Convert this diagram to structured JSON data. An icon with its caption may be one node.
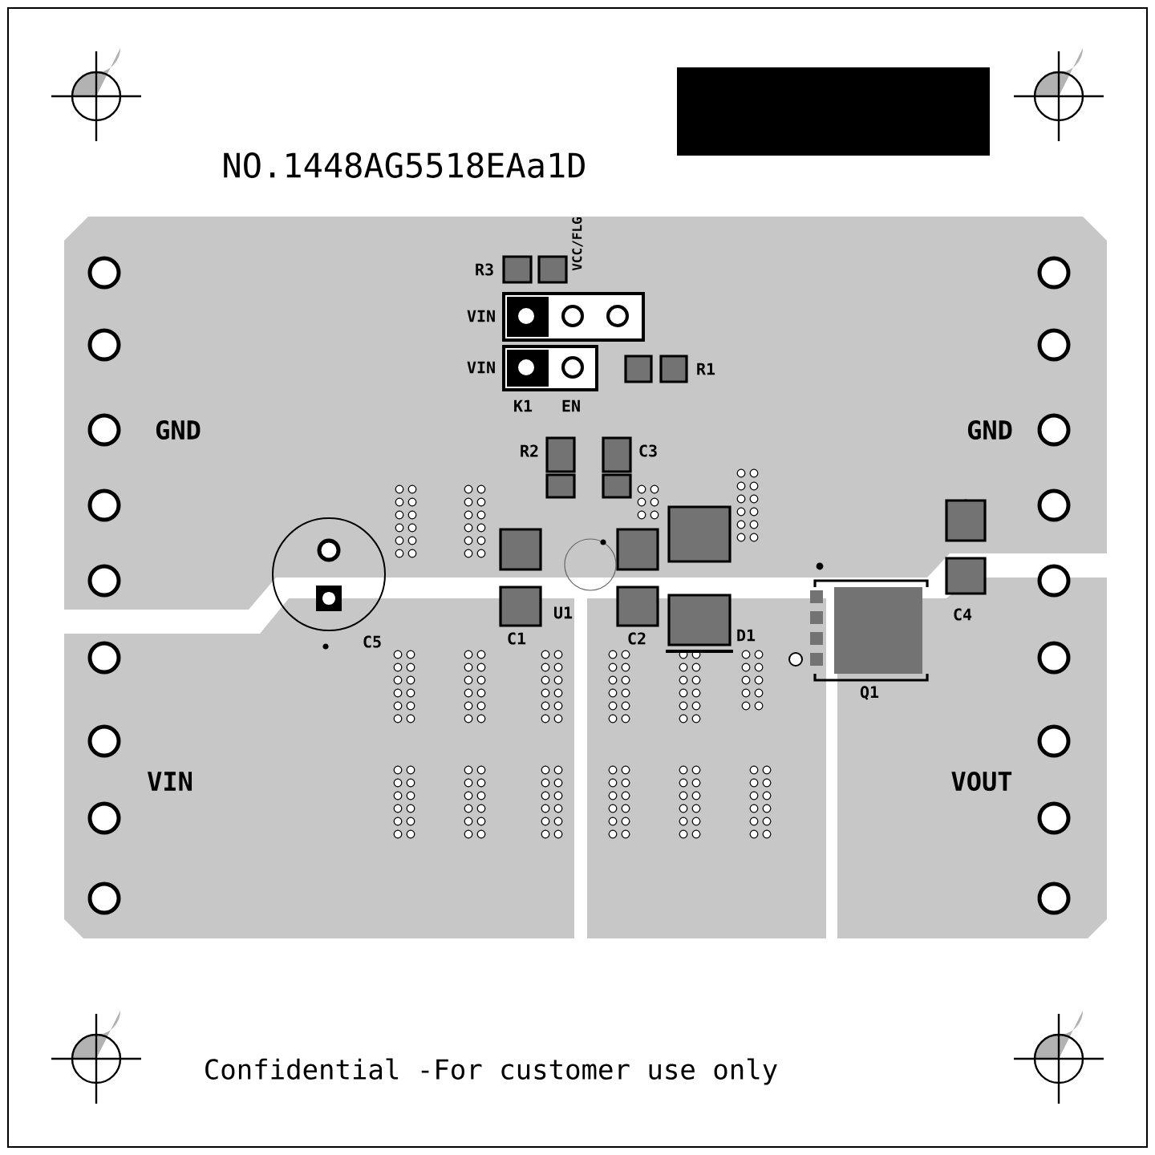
{
  "diagram": {
    "labels": [
      "NO.1448AG5518EAa1D",
      "VCC/FLG",
      "R3",
      "VIN",
      "VIN",
      "R1",
      "K1",
      "EN",
      "GND",
      "GND",
      "R2",
      "C3",
      "C5",
      "C1",
      "U1",
      "C2",
      "D1",
      "C4",
      "Q1",
      "VIN",
      "VOUT",
      "Confidential -For customer use only"
    ]
  }
}
